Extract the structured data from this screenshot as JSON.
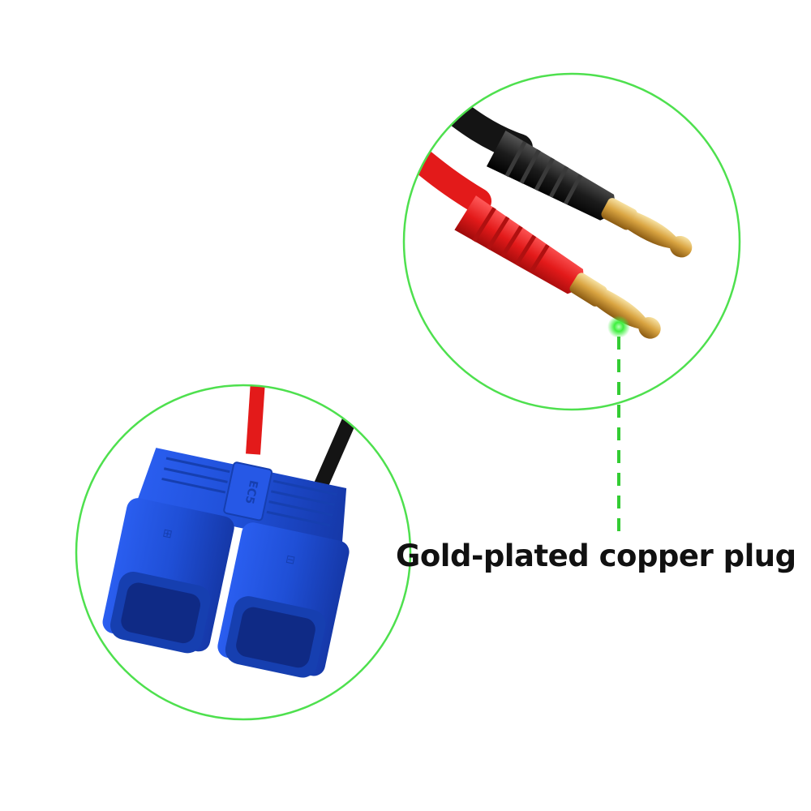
{
  "caption": {
    "text": "Gold-plated copper plug"
  },
  "connector_marking": "EC5",
  "colors": {
    "circle_outline": "#4ee04e",
    "pointer_line": "#33cc33",
    "connector_blue": "#1f4fd6",
    "wire_red": "#e31a1a",
    "wire_black": "#141414",
    "gold": "#d9a441"
  },
  "icons": {
    "banana_plug_red": "red-banana-plug",
    "banana_plug_black": "black-banana-plug",
    "ec5_connector": "blue-ec5-connector"
  }
}
